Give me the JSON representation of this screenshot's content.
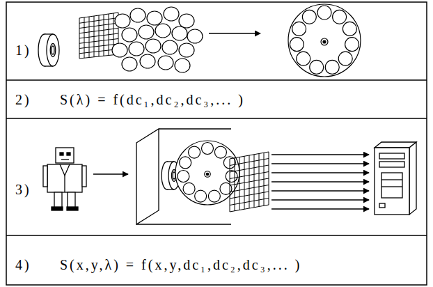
{
  "diagram": {
    "labels": [
      "1)",
      "2)",
      "S(λ) = f(dc₁,dc₂,dc₃,... )",
      "3)",
      "4)",
      "S(x,y,λ) = f(x,y,dc₁,dc₂,dc₃,... )"
    ]
  }
}
